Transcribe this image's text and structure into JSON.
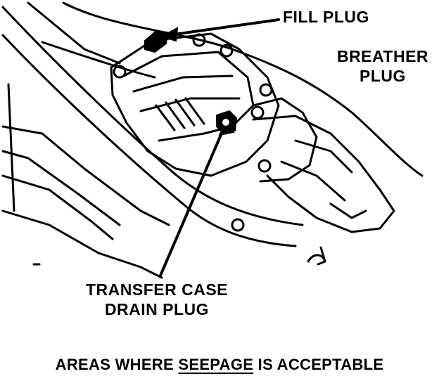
{
  "callouts": {
    "fill_plug": "FILL PLUG",
    "breather_plug_line1": "BREATHER",
    "breather_plug_line2": "PLUG",
    "drain_plug_line1": "TRANSFER CASE",
    "drain_plug_line2": "DRAIN PLUG"
  },
  "caption": {
    "prefix": "AREAS WHERE",
    "emphasis": "SEEPAGE",
    "suffix": "IS ACCEPTABLE"
  },
  "colors": {
    "ink": "#000000",
    "paper": "#ffffff"
  }
}
